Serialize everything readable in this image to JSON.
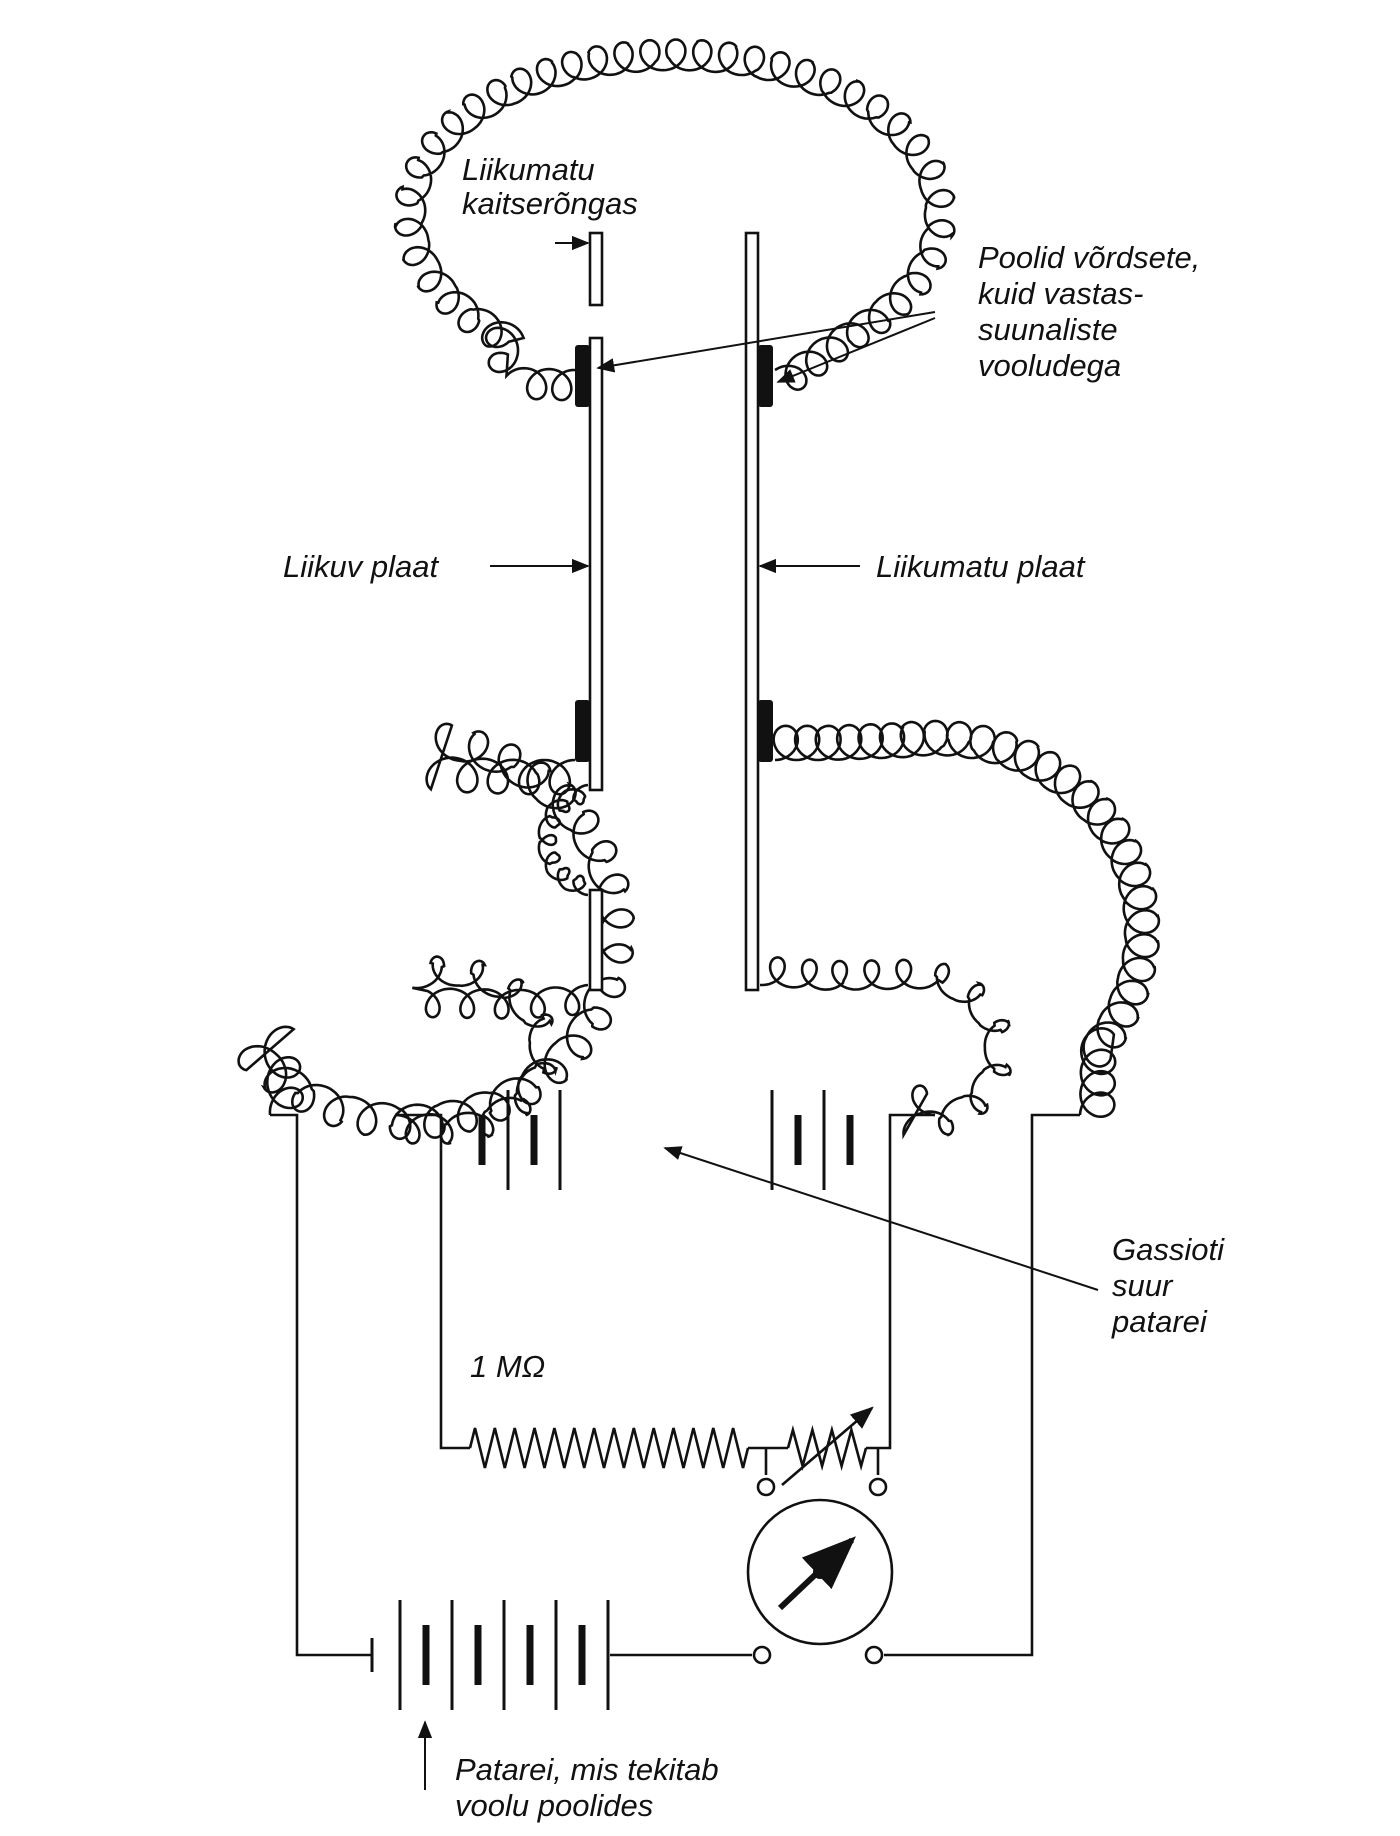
{
  "labels": {
    "guard_ring_line1": "Liikumatu",
    "guard_ring_line2": "kaitserõngas",
    "coils_line1": "Poolid võrdsete,",
    "coils_line2": "kuid vastas-",
    "coils_line3": "suunaliste",
    "coils_line4": "vooludega",
    "moving_plate": "Liikuv plaat",
    "fixed_plate": "Liikumatu plaat",
    "gassiot_line1": "Gassioti",
    "gassiot_line2": "suur",
    "gassiot_line3": "patarei",
    "resistor": "1 MΩ",
    "battery_line1": "Patarei, mis tekitab",
    "battery_line2": "voolu poolides"
  }
}
